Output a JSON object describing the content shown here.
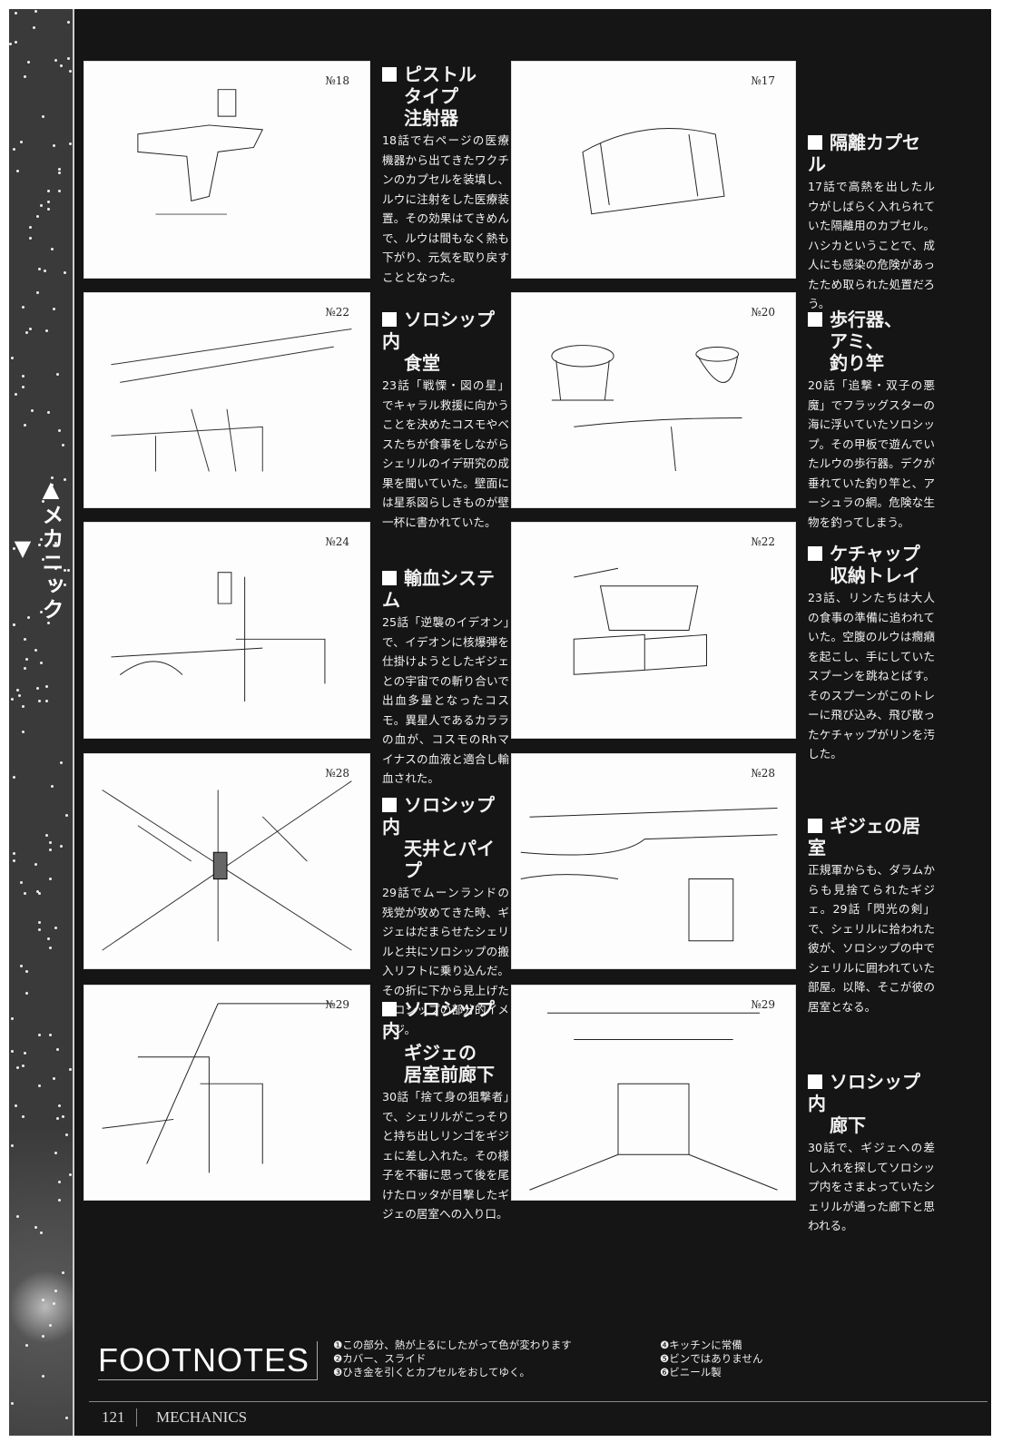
{
  "side_tab": "▲メカニック▼",
  "items": [
    {
      "title": [
        "ピストル",
        "タイプ",
        "注射器"
      ],
      "body": "18話で右ページの医療機器から出てきたワクチンのカプセルを装填し、ルウに注射をした医療装置。その効果はてきめんで、ルウは間もなく熱も下がり、元気を取り戻すこととなった。",
      "scene": "№18"
    },
    {
      "title": [
        "隔離カプセル"
      ],
      "body": "17話で高熱を出したルウがしばらく入れられていた隔離用のカプセル。ハシカということで、成人にも感染の危険があったため取られた処置だろう。",
      "scene": "№17"
    },
    {
      "title": [
        "ソロシップ内",
        "食堂"
      ],
      "body": "23話「戦慄・図の星」でキャラル救援に向かうことを決めたコスモやベスたちが食事をしながらシェリルのイデ研究の成果を聞いていた。壁面には星系図らしきものが壁一杯に書かれていた。",
      "scene": "№22"
    },
    {
      "title": [
        "歩行器、",
        "アミ、",
        "釣り竿"
      ],
      "body": "20話「追撃・双子の悪魔」でフラッグスターの海に浮いていたソロシップ。その甲板で遊んでいたルウの歩行器。デクが垂れていた釣り竿と、アーシュラの網。危険な生物を釣ってしまう。",
      "scene": "№20"
    },
    {
      "title": [
        "輸血システム"
      ],
      "body": "25話「逆襲のイデオン」で、イデオンに核爆弾を仕掛けようとしたギジェとの宇宙での斬り合いで出血多量となったコスモ。異星人であるカララの血が、コスモのRhマイナスの血液と適合し輸血された。",
      "scene": "№24"
    },
    {
      "title": [
        "ケチャップ",
        "収納トレイ"
      ],
      "body": "23話、リンたちは大人の食事の準備に追われていた。空腹のルウは癇癪を起こし、手にしていたスプーンを跳ねとばす。そのスプーンがこのトレーに飛び込み、飛び散ったケチャップがリンを汚した。",
      "scene": "№22"
    },
    {
      "title": [
        "ソロシップ内",
        "天井とパイプ"
      ],
      "body": "29話でムーンランドの残党が攻めてきた時、ギジェはだまらせたシェリルと共にソロシップの搬入リフトに乗り込んだ。その折に下から見上げたソロシップの部分的イメージ。",
      "scene": "№28"
    },
    {
      "title": [
        "ギジェの居室"
      ],
      "body": "正規軍からも、ダラムからも見捨てられたギジェ。29話「閃光の剣」で、シェリルに拾われた彼が、ソロシップの中でシェリルに囲われていた部屋。以降、そこが彼の居室となる。",
      "scene": "№28"
    },
    {
      "title": [
        "ソロシップ内",
        "ギジェの",
        "居室前廊下"
      ],
      "body": "30話「捨て身の狙撃者」で、シェリルがこっそりと持ち出しリンゴをギジェに差し入れた。その様子を不審に思って後を尾けたロッタが目撃したギジェの居室への入り口。",
      "scene": "№29"
    },
    {
      "title": [
        "ソロシップ内",
        "廊下"
      ],
      "body": "30話で、ギジェへの差し入れを探してソロシップ内をさまよっていたシェリルが通った廊下と思われる。",
      "scene": "№29"
    }
  ],
  "footnotes": {
    "title": "FOOTNOTES",
    "notes": [
      "❶この部分、熱が上るにしたがって色が変わります",
      "❷カバー、スライド",
      "❸ひき金を引くとカプセルをおしてゆく。",
      "❹キッチンに常備",
      "❺ビンではありません",
      "❻ビニール製"
    ]
  },
  "footer": {
    "page": "121",
    "section": "MECHANICS"
  }
}
